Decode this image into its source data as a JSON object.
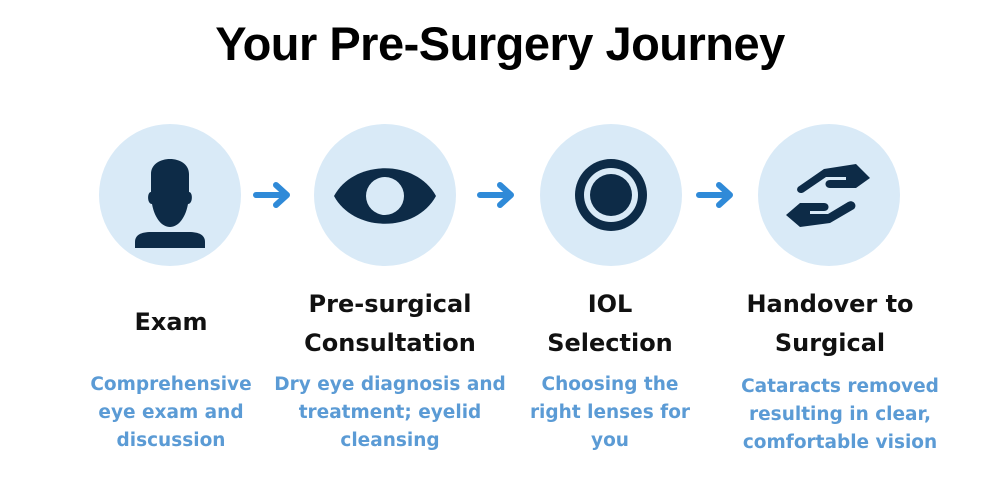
{
  "title": "Your Pre-Surgery Journey",
  "colors": {
    "circle_bg": "#d9eaf7",
    "icon": "#0d2b47",
    "arrow": "#2f8ad8",
    "description": "#5b9bd5",
    "heading": "#111111"
  },
  "steps": [
    {
      "icon": "person-icon",
      "title_lines": [
        "Exam"
      ],
      "description_lines": [
        "Comprehensive",
        "eye exam and",
        "discussion"
      ]
    },
    {
      "icon": "eye-icon",
      "title_lines": [
        "Pre-surgical",
        "Consultation"
      ],
      "description_lines": [
        "Dry eye diagnosis and",
        "treatment; eyelid",
        "cleansing"
      ]
    },
    {
      "icon": "lens-target-icon",
      "title_lines": [
        "IOL",
        "Selection"
      ],
      "description_lines": [
        "Choosing the",
        "right lenses for",
        "you"
      ]
    },
    {
      "icon": "handover-hands-icon",
      "title_lines": [
        "Handover to",
        "Surgical"
      ],
      "description_lines": [
        "Cataracts removed",
        "resulting in clear,",
        "comfortable vision"
      ]
    }
  ],
  "connectors": [
    {
      "icon": "arrow-right-icon"
    },
    {
      "icon": "arrow-right-icon"
    },
    {
      "icon": "arrow-right-icon"
    }
  ]
}
